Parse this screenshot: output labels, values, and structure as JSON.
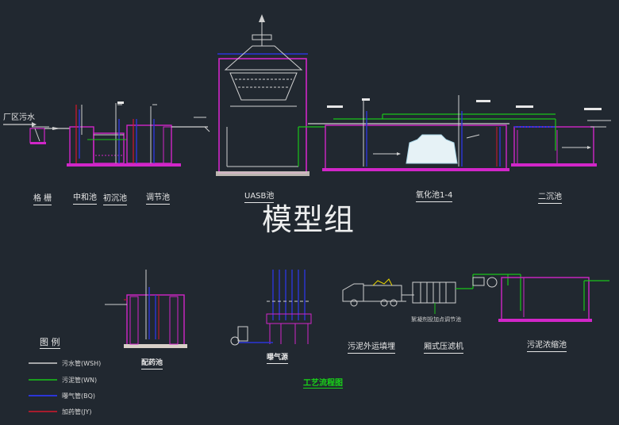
{
  "labels": {
    "inflow": "厂区污水",
    "grille": "格 栅",
    "neutralization": "中和池",
    "primary_settling": "初沉池",
    "equalization": "调节池",
    "uasb": "UASB池",
    "oxidation": "氧化池1-4",
    "secondary_settling": "二沉池",
    "dosing": "配药池",
    "aeration": "曝气源",
    "sludge_transport": "污泥外运填埋",
    "filter_press": "厢式压滤机",
    "sludge_thickener": "污泥浓缩池",
    "sludge_pump_note": "絮凝剂投加点调节池",
    "process_flow_title": "工艺流程图"
  },
  "watermark": "模型组",
  "legend": {
    "title": "图 例",
    "items": [
      {
        "text": "污水管(WSH)",
        "color": "#d0d0d0"
      },
      {
        "text": "污泥管(WN)",
        "color": "#19c419"
      },
      {
        "text": "曝气管(BQ)",
        "color": "#2b35d8"
      },
      {
        "text": "加药管(JY)",
        "color": "#d4182c"
      }
    ]
  },
  "colors": {
    "background": "#212830",
    "sewage": "#d0d0d0",
    "sludge": "#19c419",
    "air": "#2b35d8",
    "dosing": "#d4182c",
    "tank": "#d126c8"
  }
}
